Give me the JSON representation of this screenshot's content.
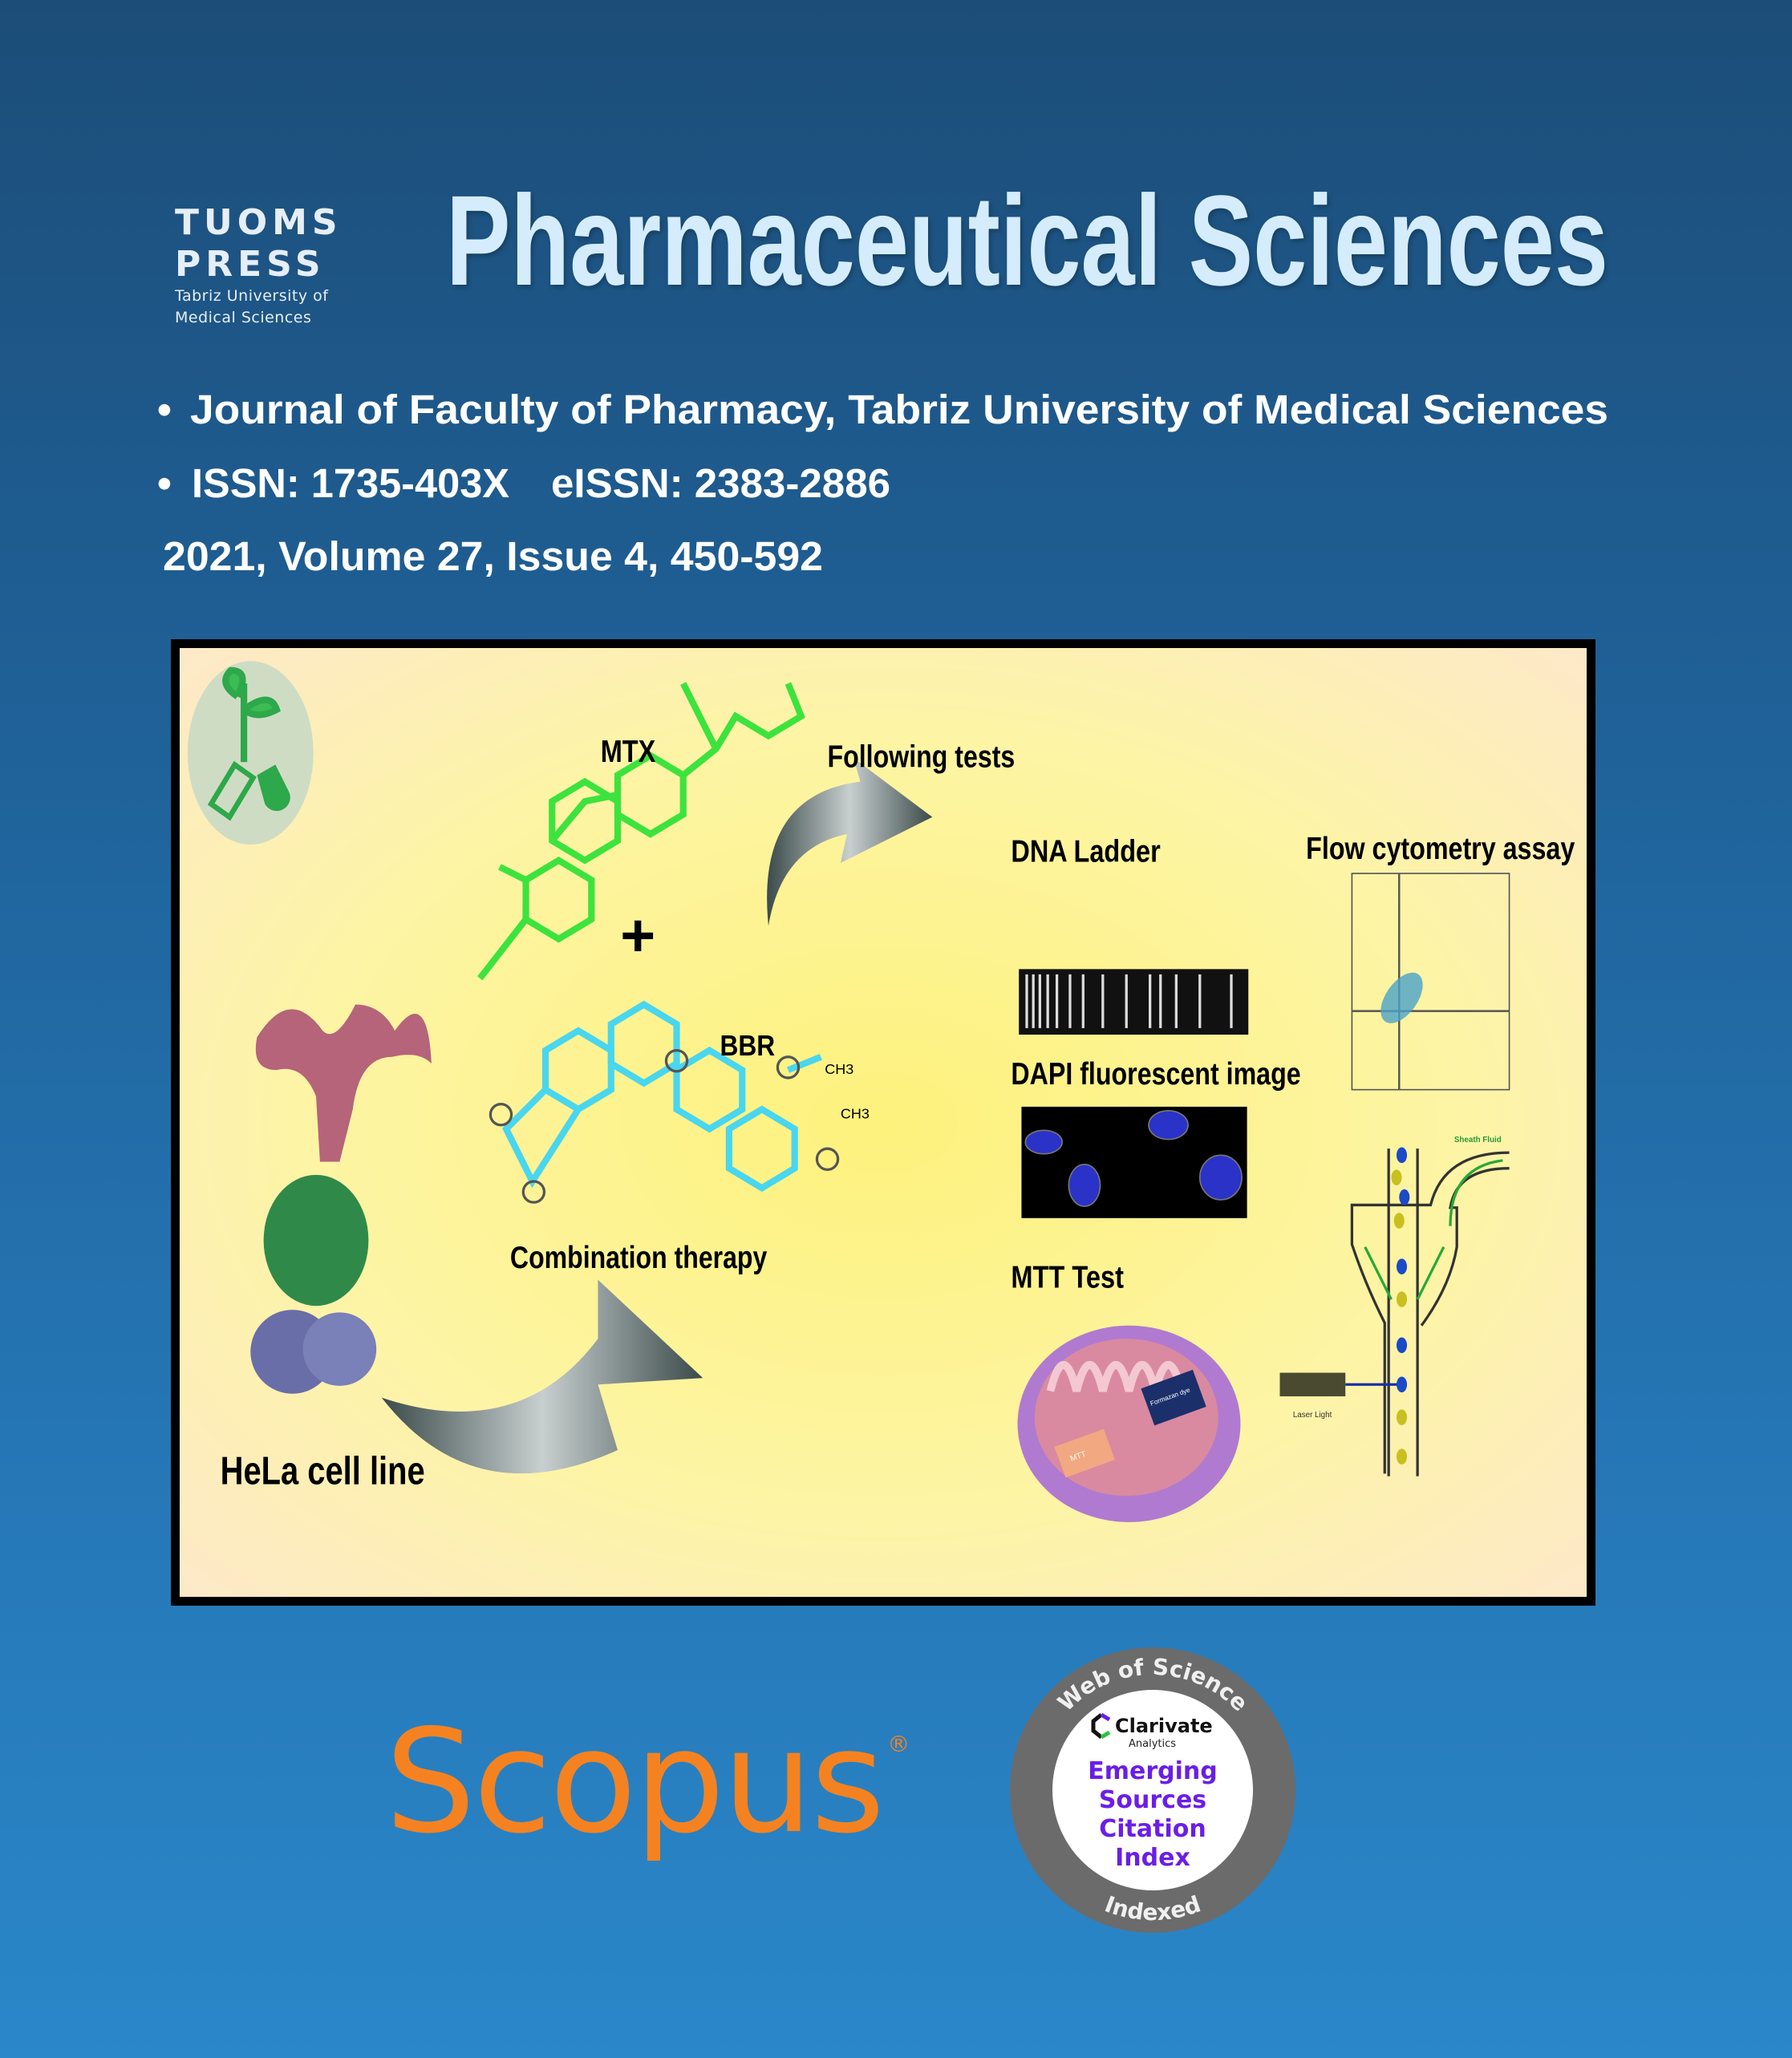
{
  "publisher": {
    "line1": "TUOMS",
    "line2": "PRESS",
    "line3": "Tabriz University of",
    "line4": "Medical Sciences"
  },
  "journal_title": "Pharmaceutical Sciences",
  "info": {
    "affiliation": "Journal of Faculty of Pharmacy, Tabriz University of Medical Sciences",
    "issn": "ISSN: 1735-403X",
    "eissn": "eISSN: 2383-2886",
    "issue": "2021, Volume 27, Issue 4, 450-592",
    "bullet": "•"
  },
  "figure": {
    "mtx": "MTX",
    "following_tests": "Following tests",
    "dna_ladder": "DNA Ladder",
    "flow_cytometry": "Flow cytometry assay",
    "dapi": "DAPI fluorescent image",
    "mtt_test": "MTT Test",
    "bbr": "BBR",
    "ch3": "CH3",
    "plus": "+",
    "combination": "Combination therapy",
    "hela": "HeLa cell line",
    "sheath_fluid": "Sheath Fluid",
    "laser_light": "Laser Light",
    "mtt_box": "MTT",
    "formazan": "Formazan dye"
  },
  "scopus": {
    "label": "Scopus",
    "mark": "®",
    "color": "#f58220"
  },
  "wos": {
    "top": "Web of Science",
    "clarivate": "Clarivate",
    "analytics": "Analytics",
    "line1": "Emerging",
    "line2": "Sources",
    "line3": "Citation",
    "line4": "Index",
    "bottom": "Indexed",
    "purple": "#6a1ee8"
  }
}
